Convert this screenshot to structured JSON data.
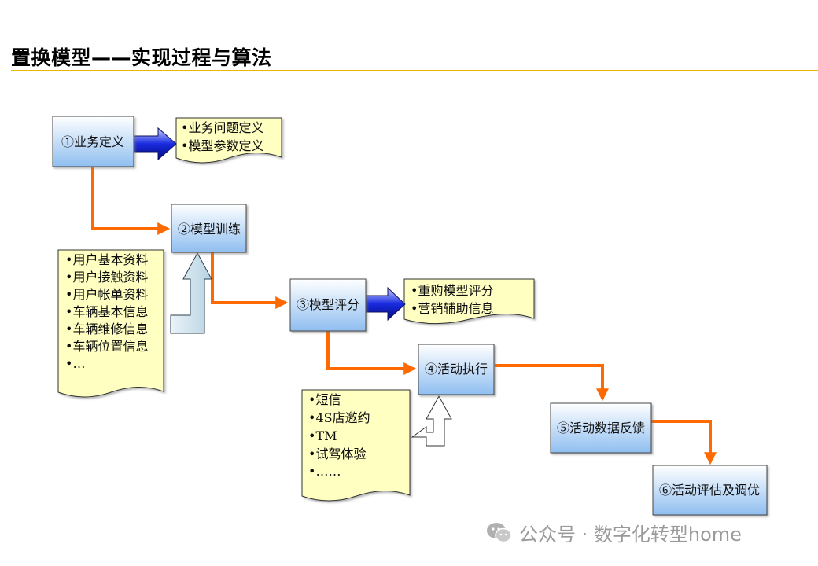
{
  "title": "置换模型——实现过程与算法",
  "colors": {
    "accent_rule": "#e8b800",
    "process_arrow": "#ff6a00",
    "box_top": "#ffffff",
    "box_bottom": "#8fbef0",
    "note_fill": "#ffffc2",
    "blue_arrow": "#1a2be0",
    "pale_arrow": "#cfe3ee"
  },
  "steps": [
    {
      "label": "①业务定义"
    },
    {
      "label": "②模型训练"
    },
    {
      "label": "③模型评分"
    },
    {
      "label": "④活动执行"
    },
    {
      "label": "⑤活动数据反馈"
    },
    {
      "label": "⑥活动评估及调优"
    }
  ],
  "notes": {
    "business_definition": [
      "•业务问题定义",
      "•模型参数定义"
    ],
    "training_inputs": [
      "•用户基本资料",
      "•用户接触资料",
      "•用户帐单资料",
      "•车辆基本信息",
      "•车辆维修信息",
      "•车辆位置信息",
      "•…"
    ],
    "scoring_outputs": [
      "•重购模型评分",
      "•营销辅助信息"
    ],
    "activity_channels": [
      "•短信",
      "•4S店邀约",
      "•TM",
      "•试驾体验",
      "•……"
    ]
  },
  "watermark": {
    "icon": "wechat-icon",
    "text": "公众号 · 数字化转型home"
  }
}
